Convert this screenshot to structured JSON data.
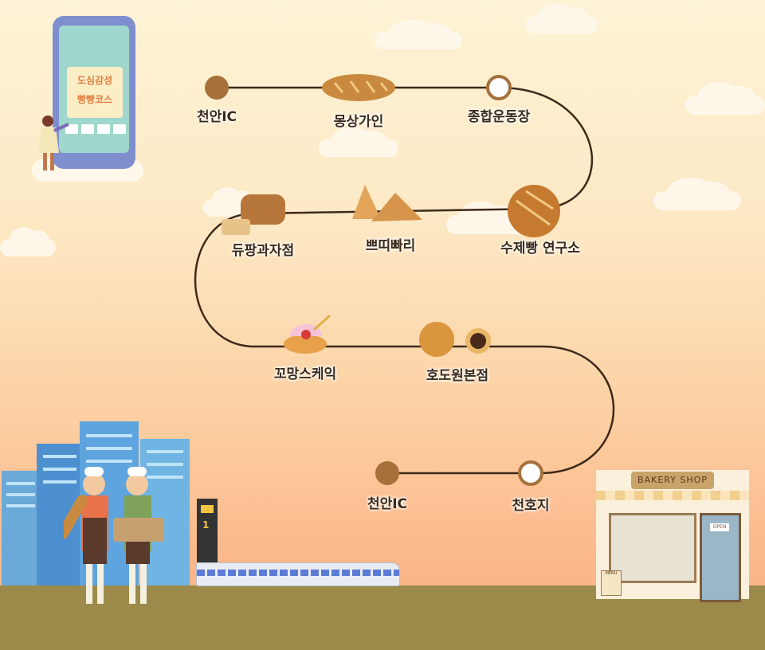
{
  "phone": {
    "line1": "도심감성",
    "line2": "빵빵코스"
  },
  "stops": {
    "s1": "천안IC",
    "s2": "몽상가인",
    "s3": "종합운동장",
    "s4": "수제빵 연구소",
    "s5": "쁘띠빠리",
    "s6": "듀팡과자점",
    "s7": "꼬망스케익",
    "s8": "호도원본점",
    "s9": "천호지",
    "s10": "천안IC"
  },
  "shop": {
    "sign": "BAKERY SHOP",
    "door": "OPEN",
    "menu": "MENU"
  },
  "station": {
    "number": "1"
  },
  "colors": {
    "route": "#3d2a1a",
    "stop_fill": "#a5703a",
    "stop_hollow": "#ffffff",
    "ground": "#9b8a4a"
  }
}
